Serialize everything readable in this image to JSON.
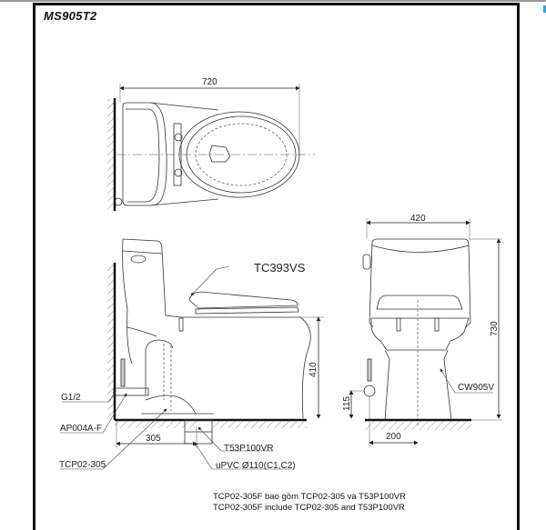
{
  "title": "MS905T2",
  "top_view": {
    "width_dimension": "720"
  },
  "side_view": {
    "seat_label": "TC393VS",
    "height_dimension": "410",
    "rough_in_dimension": "305",
    "callouts": {
      "water_inlet": "G1/2",
      "valve": "AP004A-F",
      "drain_adapter": "TCP02-305",
      "flange": "T53P100VR",
      "pipe": "uPVC Ø110(C1,C2)"
    }
  },
  "front_view": {
    "width_dimension": "420",
    "height_dimension": "730",
    "inlet_height_dimension": "115",
    "inlet_offset_dimension": "200",
    "body_label": "CW905V"
  },
  "notes": [
    "TCP02-305F bao gồm TCP02-305 và T53P100VR",
    "TCP02-305F include TCP02-305 and T53P100VR"
  ],
  "colors": {
    "line": "#222222",
    "frame": "#111111",
    "accent_mark": "#3aa0d8"
  }
}
